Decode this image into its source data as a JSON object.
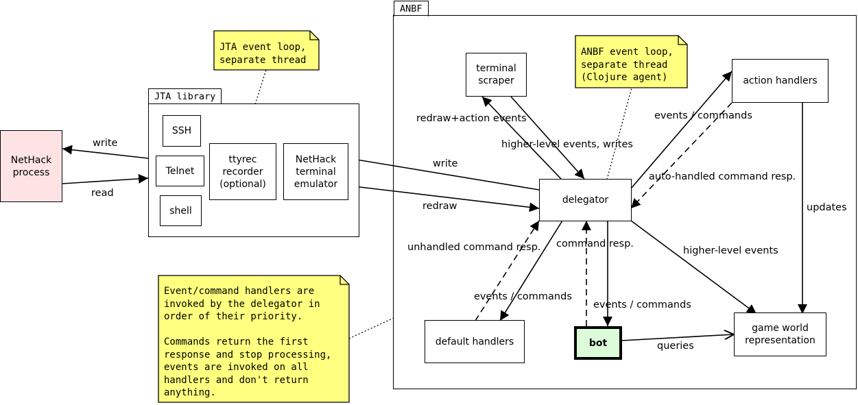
{
  "packages": {
    "anbf": "ANBF",
    "jta": "JTA library"
  },
  "boxes": {
    "nethack_process": "NetHack\nprocess",
    "ssh": "SSH",
    "telnet": "Telnet",
    "shell": "shell",
    "ttyrec": "ttyrec\nrecorder\n(optional)",
    "terminal_emulator": "NetHack\nterminal\nemulator",
    "terminal_scraper": "terminal\nscraper",
    "delegator": "delegator",
    "action_handlers": "action handlers",
    "default_handlers": "default handlers",
    "bot": "bot",
    "game_world": "game world\nrepresentation"
  },
  "notes": {
    "jta_loop": "JTA event loop,\nseparate thread",
    "anbf_loop": "ANBF event loop,\nseparate thread\n(Clojure agent)",
    "handlers": "Event/command handlers are\ninvoked by the delegator in\norder of their priority.\n\nCommands return the first\nresponse and stop processing,\nevents are invoked on all\nhandlers and don't return\nanything."
  },
  "labels": {
    "write_left": "write",
    "read_left": "read",
    "write_mid": "write",
    "redraw_mid": "redraw",
    "redraw_action_events": "redraw+action events",
    "higher_level_events_writes": "higher-level events, writes",
    "events_commands_top": "events / commands",
    "auto_handled": "auto-handled command resp.",
    "updates": "updates",
    "unhandled_command_resp": "unhandled command resp.",
    "command_resp": "command resp.",
    "higher_level_events": "higher-level events",
    "events_commands_default": "events / commands",
    "events_commands_bot": "events / commands",
    "queries": "queries"
  },
  "colors": {
    "note_fill": "#ffff80",
    "nethack_fill": "#fde3e3",
    "bot_fill": "#dcfcd9"
  }
}
